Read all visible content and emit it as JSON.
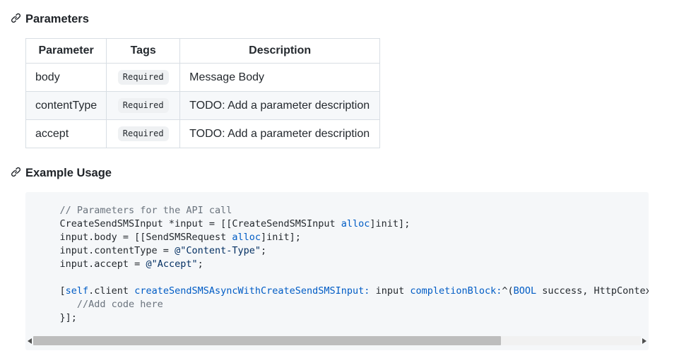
{
  "parameters_section": {
    "heading": "Parameters",
    "anchor_icon": "link-icon",
    "table": {
      "headers": [
        "Parameter",
        "Tags",
        "Description"
      ],
      "rows": [
        {
          "parameter": "body",
          "tag": "Required",
          "description": "Message Body"
        },
        {
          "parameter": "contentType",
          "tag": "Required",
          "description": "TODO: Add a parameter description"
        },
        {
          "parameter": "accept",
          "tag": "Required",
          "description": "TODO: Add a parameter description"
        }
      ]
    }
  },
  "example_section": {
    "heading": "Example Usage",
    "anchor_icon": "link-icon",
    "code": {
      "language": "objective-c",
      "lines": [
        [
          {
            "t": "    // Parameters for the API call",
            "c": "comment"
          }
        ],
        [
          {
            "t": "    CreateSendSMSInput *input = [[CreateSendSMSInput ",
            "c": "plain"
          },
          {
            "t": "alloc",
            "c": "keyword"
          },
          {
            "t": "]init];",
            "c": "plain"
          }
        ],
        [
          {
            "t": "    input.body = [[SendSMSRequest ",
            "c": "plain"
          },
          {
            "t": "alloc",
            "c": "keyword"
          },
          {
            "t": "]init];",
            "c": "plain"
          }
        ],
        [
          {
            "t": "    input.contentType = ",
            "c": "plain"
          },
          {
            "t": "@\"Content-Type\"",
            "c": "string"
          },
          {
            "t": ";",
            "c": "plain"
          }
        ],
        [
          {
            "t": "    input.accept = ",
            "c": "plain"
          },
          {
            "t": "@\"Accept\"",
            "c": "string"
          },
          {
            "t": ";",
            "c": "plain"
          }
        ],
        [],
        [
          {
            "t": "    [",
            "c": "plain"
          },
          {
            "t": "self",
            "c": "keyword"
          },
          {
            "t": ".client ",
            "c": "plain"
          },
          {
            "t": "createSendSMSAsyncWithCreateSendSMSInput:",
            "c": "method"
          },
          {
            "t": " input ",
            "c": "plain"
          },
          {
            "t": "completionBlock:",
            "c": "method"
          },
          {
            "t": "^(",
            "c": "plain"
          },
          {
            "t": "BOOL",
            "c": "keyword"
          },
          {
            "t": " success, HttpContex",
            "c": "plain"
          }
        ],
        [
          {
            "t": "       //Add code here",
            "c": "comment"
          }
        ],
        [
          {
            "t": "    }];",
            "c": "plain"
          }
        ]
      ]
    },
    "scrollbar": {
      "thumb_left_percent": 0,
      "thumb_width_percent": 77
    }
  },
  "colors": {
    "syntax-blue": "#005cc5",
    "syntax-string": "#032f62",
    "syntax-comment": "#6a737d",
    "text": "#24292e",
    "code-bg": "#f5f7f9",
    "alt-row-bg": "#f6f8fa",
    "border": "#d8dee4",
    "badge-bg": "#eff1f3",
    "scrollbar-thumb": "#bdbdbd"
  }
}
